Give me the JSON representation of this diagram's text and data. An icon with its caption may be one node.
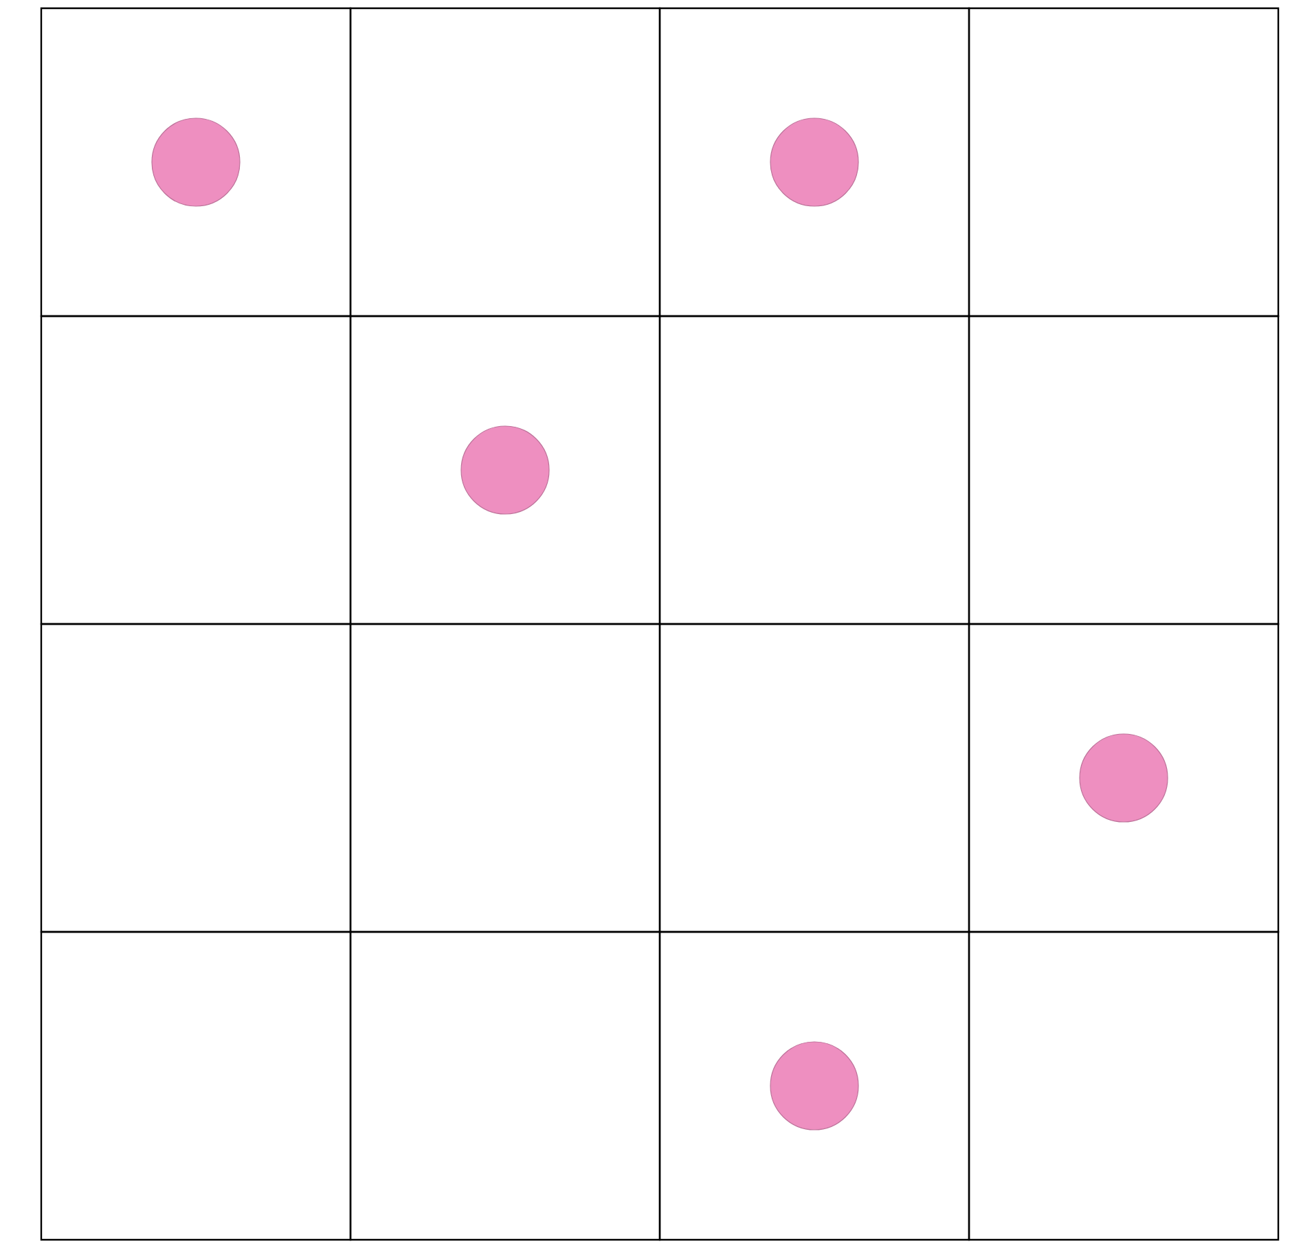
{
  "diagram": {
    "nodes": [
      {
        "text": [],
        "shape": "box"
      },
      {
        "text": [],
        "shape": "circle",
        "in": 0
      },
      {
        "text": [],
        "shape": "box"
      },
      {
        "text": [],
        "shape": "box"
      },
      {
        "text": [],
        "shape": "circle",
        "in": 3
      },
      {
        "text": [],
        "shape": "box"
      },
      {
        "text": [],
        "shape": "box"
      },
      {
        "text": [],
        "shape": "box"
      },
      {
        "text": [],
        "shape": "circle",
        "in": 7
      },
      {
        "text": [],
        "shape": "box"
      },
      {
        "text": [],
        "shape": "box"
      },
      {
        "text": [],
        "shape": "box"
      },
      {
        "text": [],
        "shape": "box"
      },
      {
        "text": [],
        "shape": "box"
      },
      {
        "text": [],
        "shape": "box"
      },
      {
        "text": [],
        "shape": "circle",
        "in": 14
      },
      {
        "text": [],
        "shape": "box"
      },
      {
        "text": [],
        "shape": "box"
      },
      {
        "text": [],
        "shape": "box"
      },
      {
        "text": [],
        "shape": "circle",
        "in": 18
      },
      {
        "text": [],
        "shape": "box"
      }
    ]
  }
}
